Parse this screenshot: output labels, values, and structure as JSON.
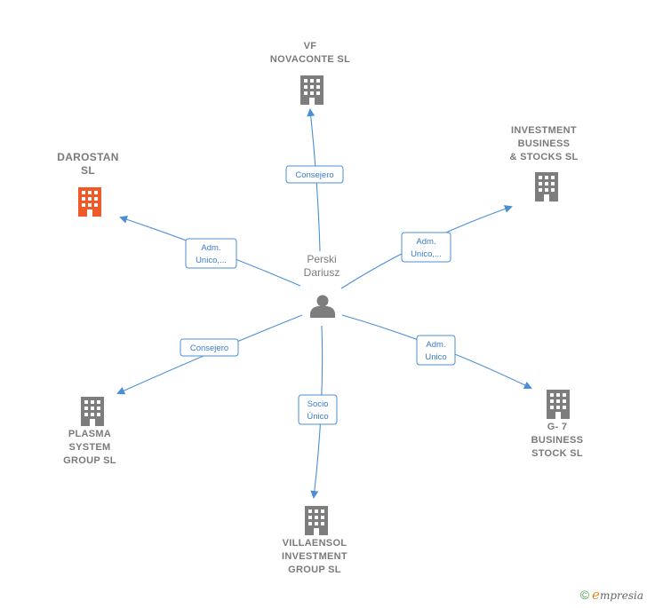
{
  "center": {
    "name_lines": [
      "Perski",
      "Dariusz"
    ],
    "icon": "person-icon"
  },
  "companies": [
    {
      "id": "vf",
      "name_lines": [
        "VF",
        "NOVACONTE SL"
      ],
      "highlight": false,
      "icon": "building-icon"
    },
    {
      "id": "inv",
      "name_lines": [
        "INVESTMENT",
        "BUSINESS",
        "& STOCKS  SL"
      ],
      "highlight": false,
      "icon": "building-icon"
    },
    {
      "id": "darostan",
      "name_lines": [
        "DAROSTAN",
        "SL"
      ],
      "highlight": true,
      "icon": "building-icon"
    },
    {
      "id": "plasma",
      "name_lines": [
        "PLASMA",
        "SYSTEM",
        "GROUP SL"
      ],
      "highlight": false,
      "icon": "building-icon"
    },
    {
      "id": "villa",
      "name_lines": [
        "VILLAENSOL",
        "INVESTMENT",
        "GROUP  SL"
      ],
      "highlight": false,
      "icon": "building-icon"
    },
    {
      "id": "g7",
      "name_lines": [
        "G- 7",
        "BUSINESS",
        "STOCK  SL"
      ],
      "highlight": false,
      "icon": "building-icon"
    }
  ],
  "edges": [
    {
      "to": "vf",
      "label_lines": [
        "Consejero"
      ]
    },
    {
      "to": "inv",
      "label_lines": [
        "Adm.",
        "Unico,..."
      ]
    },
    {
      "to": "darostan",
      "label_lines": [
        "Adm.",
        "Unico,..."
      ]
    },
    {
      "to": "plasma",
      "label_lines": [
        "Consejero"
      ]
    },
    {
      "to": "villa",
      "label_lines": [
        "Socio",
        "Único"
      ]
    },
    {
      "to": "g7",
      "label_lines": [
        "Adm.",
        "Unico"
      ]
    }
  ],
  "colors": {
    "edge": "#4a8fd6",
    "building": "#7d7d7d",
    "building_highlight": "#f05a28",
    "person": "#7d7d7d"
  },
  "footer": {
    "copyright": "©",
    "brand_initial": "e",
    "brand_rest": "mpresia"
  }
}
